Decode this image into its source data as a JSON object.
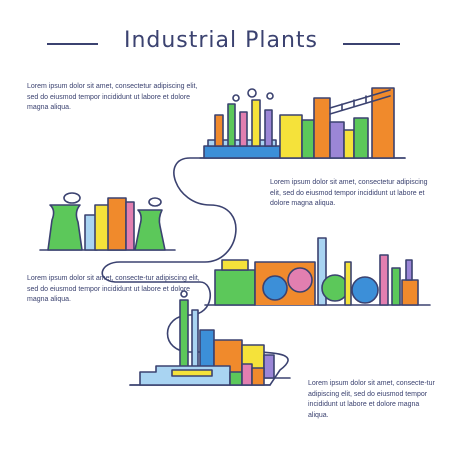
{
  "title": "Industrial Plants",
  "paragraphs": [
    "Lorem ipsum dolor sit amet, consectetur adipiscing elit, sed do eiusmod tempor incididunt ut labore et dolore magna aliqua.",
    "Lorem ipsum dolor sit amet, consectetur adipiscing elit, sed do eiusmod tempor incididunt ut labore et dolore magna aliqua.",
    "Lorem ipsum dolor sit amet, consecte-tur adipiscing elit, sed do eiusmod tempor incididunt ut labore et dolore magna aliqua.",
    "Lorem ipsum dolor sit amet, consecte-tur adipiscing elit, sed do eiusmod tempor incididunt ut labore et dolore magna aliqua."
  ],
  "colors": {
    "outline": "#3b4270",
    "green": "#5cc85a",
    "yellow": "#f5e23a",
    "orange": "#f08a2c",
    "blue": "#3c8fd8",
    "purple": "#9b86d6",
    "pink": "#e27fb0",
    "light_blue": "#a9d4f2"
  },
  "illustrations": [
    "factory-complex-icon",
    "power-plant-icon",
    "refinery-icon",
    "smelter-icon",
    "warehouse-icon"
  ]
}
